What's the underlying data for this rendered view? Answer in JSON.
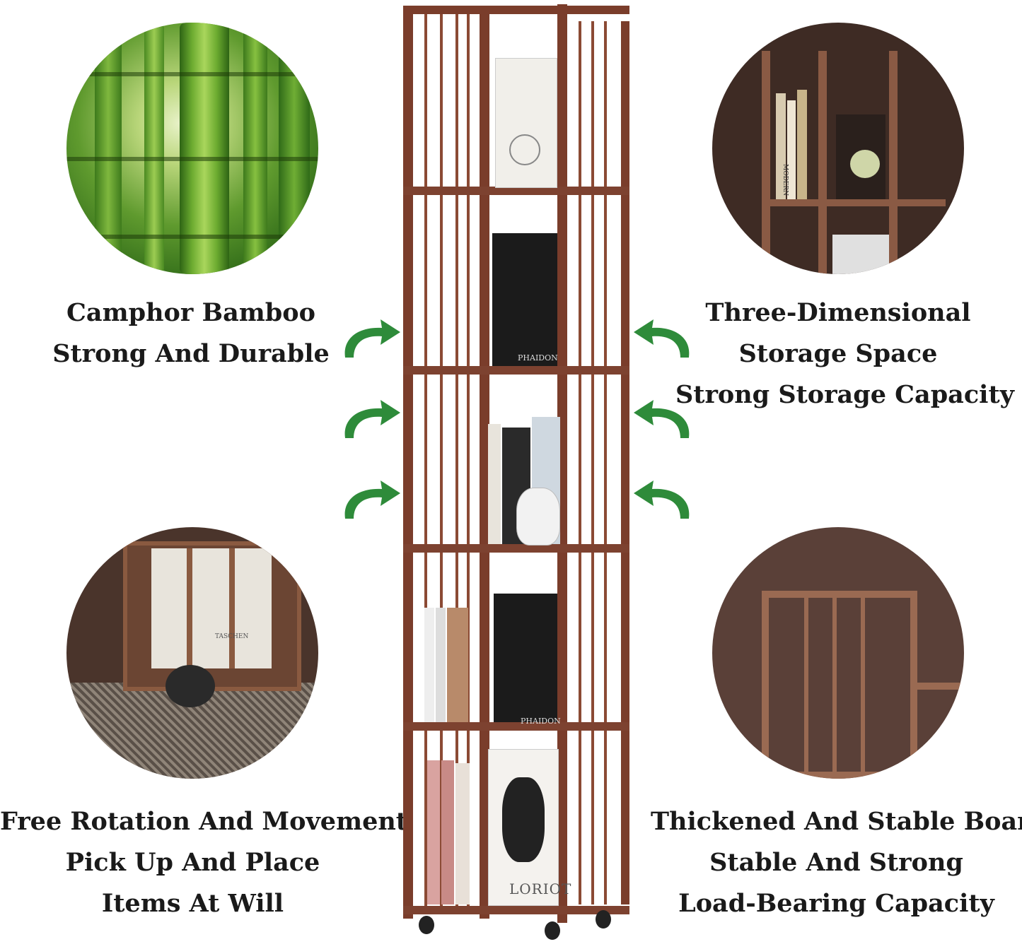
{
  "captions": {
    "top_left": [
      "Camphor Bamboo",
      "Strong And Durable"
    ],
    "top_right": [
      "Three-Dimensional",
      "Storage Space",
      "Strong Storage Capacity"
    ],
    "bottom_left": [
      "Free Rotation And Movement",
      "Pick Up And Place",
      "Items At Will"
    ],
    "bottom_right": [
      "Thickened And Stable Board",
      "Stable And Strong",
      "Load-Bearing Capacity"
    ]
  },
  "book_spine_text": {
    "phaidon_top": "PHAIDON",
    "phaidon_bottom": "PHAIDON",
    "loriot": "LORIOT",
    "modern": "MODERN",
    "taschen": "TASCHEN"
  },
  "icons": {
    "rotation_arrow": "curved-rotation-arrow-icon"
  },
  "colors": {
    "wood": "#7a3d2b",
    "arrow_green": "#2e8b3a",
    "caption_text": "#1a1a1a"
  }
}
